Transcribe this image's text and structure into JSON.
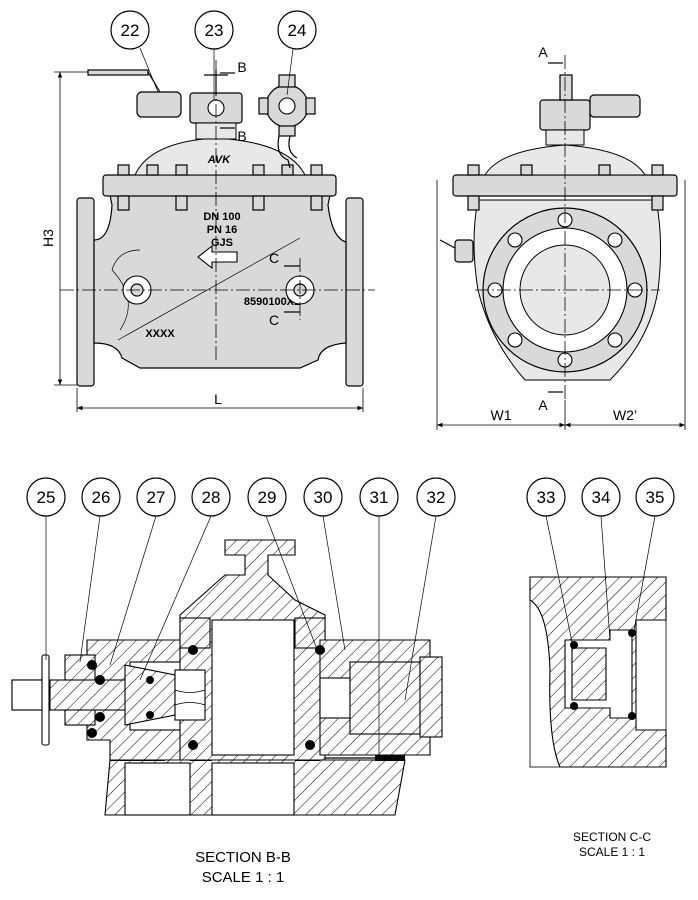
{
  "balloons": {
    "b22": "22",
    "b23": "23",
    "b24": "24",
    "b25": "25",
    "b26": "26",
    "b27": "27",
    "b28": "28",
    "b29": "29",
    "b30": "30",
    "b31": "31",
    "b32": "32",
    "b33": "33",
    "b34": "34",
    "b35": "35"
  },
  "cast_markings": {
    "dn": "DN 100",
    "pn": "PN 16",
    "material": "GJS",
    "code": "8590100X1",
    "xxxx": "XXXX",
    "brand": "AVK"
  },
  "section_markers": {
    "b_top": "B",
    "b_bottom": "B",
    "c_top": "C",
    "c_bottom": "C",
    "a_top": "A",
    "a_bottom": "A"
  },
  "dimensions": {
    "h3": "H3",
    "l": "L",
    "w1": "W1",
    "w2": "W2’"
  },
  "captions": {
    "section_bb_title": "SECTION B-B",
    "section_bb_scale": "SCALE 1 : 1",
    "section_cc_title": "SECTION C-C",
    "section_cc_scale": "SCALE 1 : 1"
  }
}
